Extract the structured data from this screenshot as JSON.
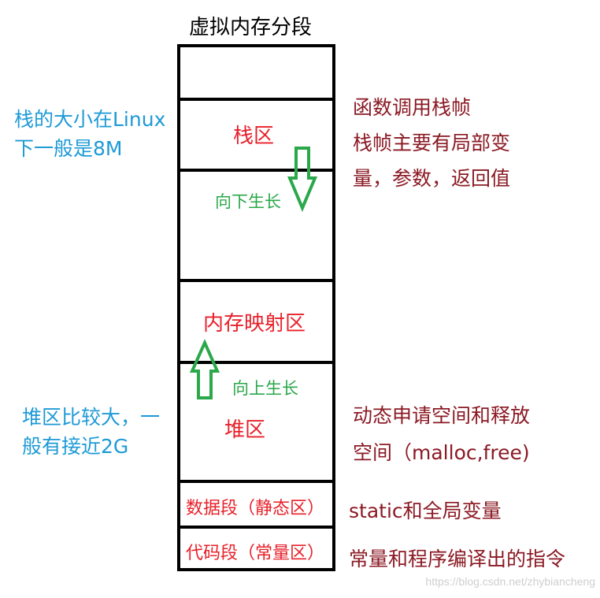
{
  "title": "虚拟内存分段",
  "segments": {
    "stack": "栈区",
    "mmap": "内存映射区",
    "heap": "堆区",
    "data": "数据段（静态区）",
    "code": "代码段（常量区）"
  },
  "growth": {
    "down": "向下生长",
    "up": "向上生长"
  },
  "left_notes": {
    "stack_line1": "栈的大小在Linux",
    "stack_line2": "下一般是8M",
    "heap_line1": "堆区比较大，一",
    "heap_line2": "般有接近2G"
  },
  "right_notes": {
    "stack_line1": "函数调用栈帧",
    "stack_line2": "栈帧主要有局部变",
    "stack_line3": "量，参数，返回值",
    "heap_line1": "动态申请空间和释放",
    "heap_line2": "空间（malloc,free)",
    "data": "static和全局变量",
    "code": "常量和程序编译出的指令"
  },
  "watermark": "https://blog.csdn.net/zhybiancheng",
  "colors": {
    "segment_text": "#e8202a",
    "growth_arrow": "#2aa84a",
    "left_notes": "#1e9ad6",
    "right_notes": "#8b1a24"
  }
}
